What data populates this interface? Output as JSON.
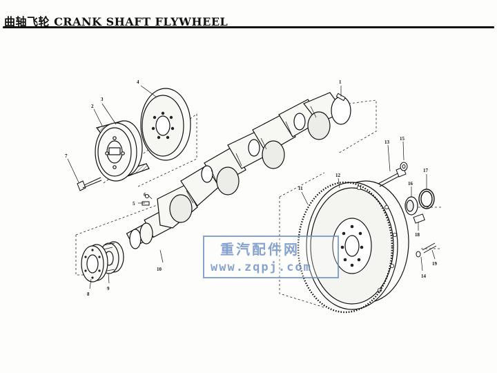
{
  "title": "曲轴飞轮 CRANK SHAFT FLYWHEEL",
  "callouts": [
    "1",
    "2",
    "3",
    "4",
    "5",
    "6",
    "7",
    "8",
    "9",
    "10",
    "11",
    "12",
    "13",
    "14",
    "15",
    "16",
    "17",
    "18",
    "19"
  ],
  "watermark": {
    "name": "重汽配件网",
    "url": "www.zqpj.com",
    "color": "#6d8fc6"
  }
}
